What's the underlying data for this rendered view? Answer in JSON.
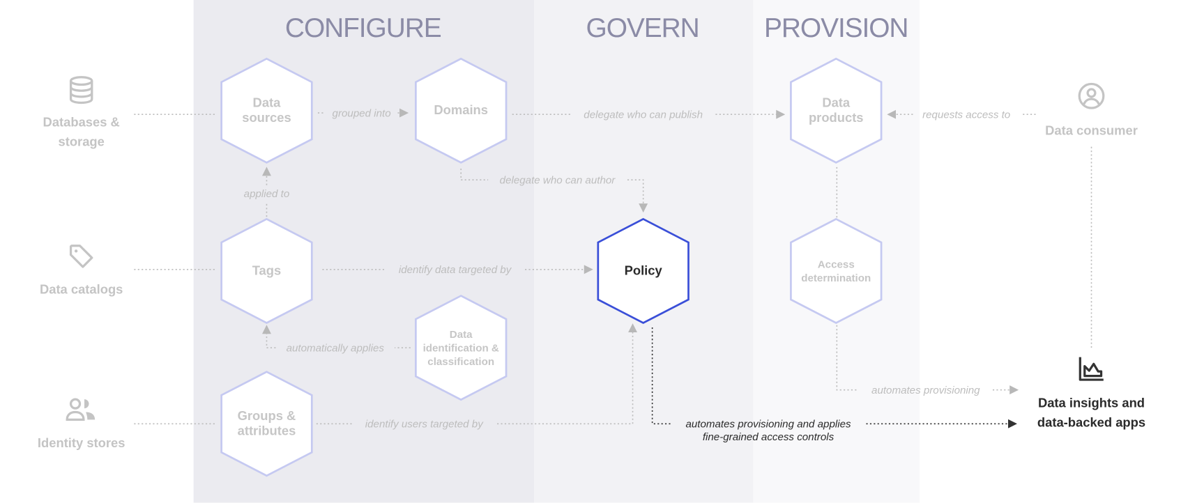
{
  "stages": {
    "configure": "CONFIGURE",
    "govern": "GOVERN",
    "provision": "PROVISION"
  },
  "sources": {
    "databases": {
      "label": "Databases &\nstorage",
      "icon": "database-icon"
    },
    "catalogs": {
      "label": "Data catalogs",
      "icon": "tag-icon"
    },
    "identity": {
      "label": "Identity stores",
      "icon": "users-icon"
    }
  },
  "nodes": {
    "data_sources": "Data\nsources",
    "domains": "Domains",
    "data_products": "Data\nproducts",
    "tags": "Tags",
    "policy": "Policy",
    "access_determination": "Access\ndetermination",
    "data_identification": "Data\nidentification &\nclassification",
    "groups": "Groups &\nattributes"
  },
  "consumers": {
    "data_consumer": {
      "label": "Data consumer",
      "icon": "user-circle-icon"
    },
    "insights": {
      "label": "Data insights and\ndata-backed apps",
      "icon": "area-chart-icon"
    }
  },
  "edges": {
    "grouped_into": "grouped into",
    "delegate_publish": "delegate who can publish",
    "requests_access": "requests access to",
    "delegate_author": "delegate who can author",
    "applied_to": "applied to",
    "identify_data": "identify data targeted by",
    "auto_applies": "automatically applies",
    "identify_users": "identify users targeted by",
    "automates_provisioning": "automates provisioning",
    "policy_out": "automates provisioning and applies\nfine-grained access controls"
  },
  "colors": {
    "hex_stroke": "#c5c9f1",
    "policy_stroke": "#3a4fd8",
    "configure_bg": "#ebebf0",
    "govern_bg": "#f2f2f5",
    "provision_bg": "#f8f8fa"
  }
}
